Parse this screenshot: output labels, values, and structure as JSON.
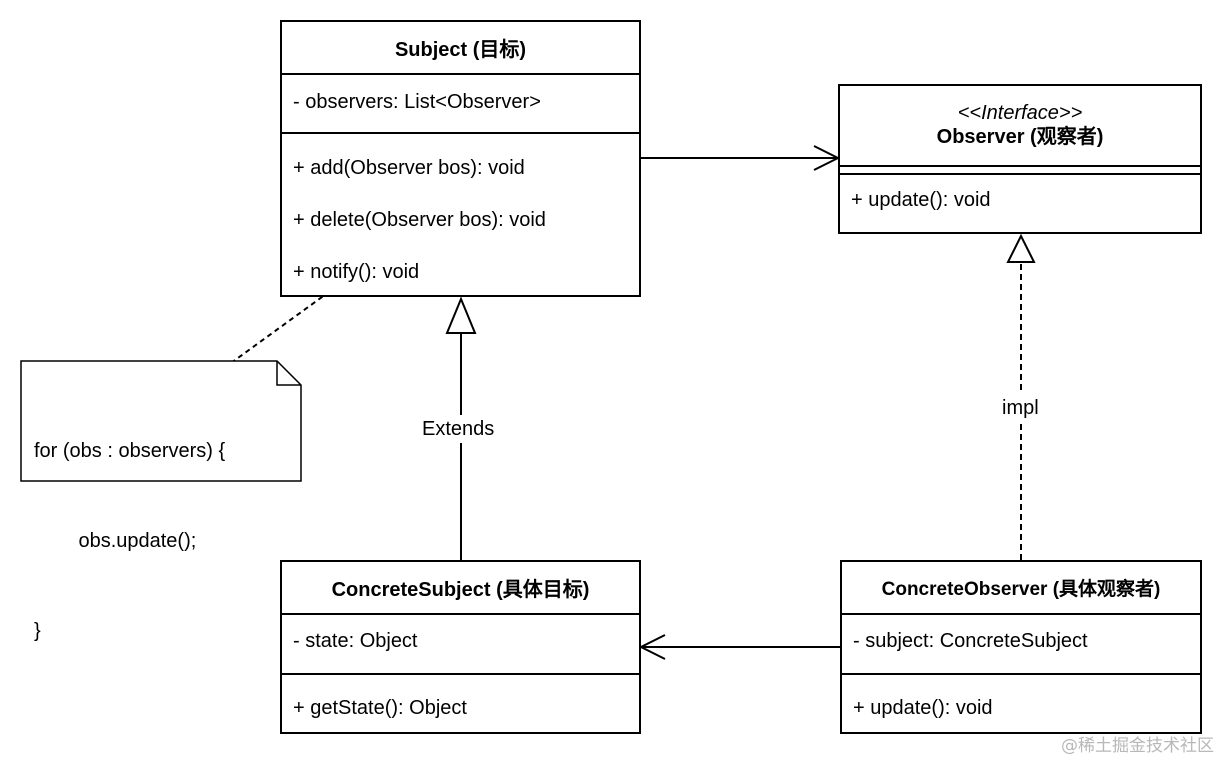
{
  "subject": {
    "title": "Subject (目标)",
    "attribute": "- observers: List<Observer>",
    "methods": [
      "+ add(Observer bos): void",
      "+ delete(Observer bos): void",
      "+ notify(): void"
    ]
  },
  "observer": {
    "stereotype": "<<Interface>>",
    "title": "Observer (观察者)",
    "methods": [
      "+ update(): void"
    ]
  },
  "concrete_subject": {
    "title": "ConcreteSubject (具体目标)",
    "attribute": "- state: Object",
    "methods": [
      "+ getState(): Object"
    ]
  },
  "concrete_observer": {
    "title": "ConcreteObserver (具体观察者)",
    "attribute": "- subject: ConcreteSubject",
    "methods": [
      "+ update(): void"
    ]
  },
  "note": {
    "lines": [
      "for (obs : observers) {",
      "        obs.update();",
      "}"
    ]
  },
  "edges": {
    "extends_label": "Extends",
    "impl_label": "impl"
  },
  "watermark": "@稀土掘金技术社区"
}
